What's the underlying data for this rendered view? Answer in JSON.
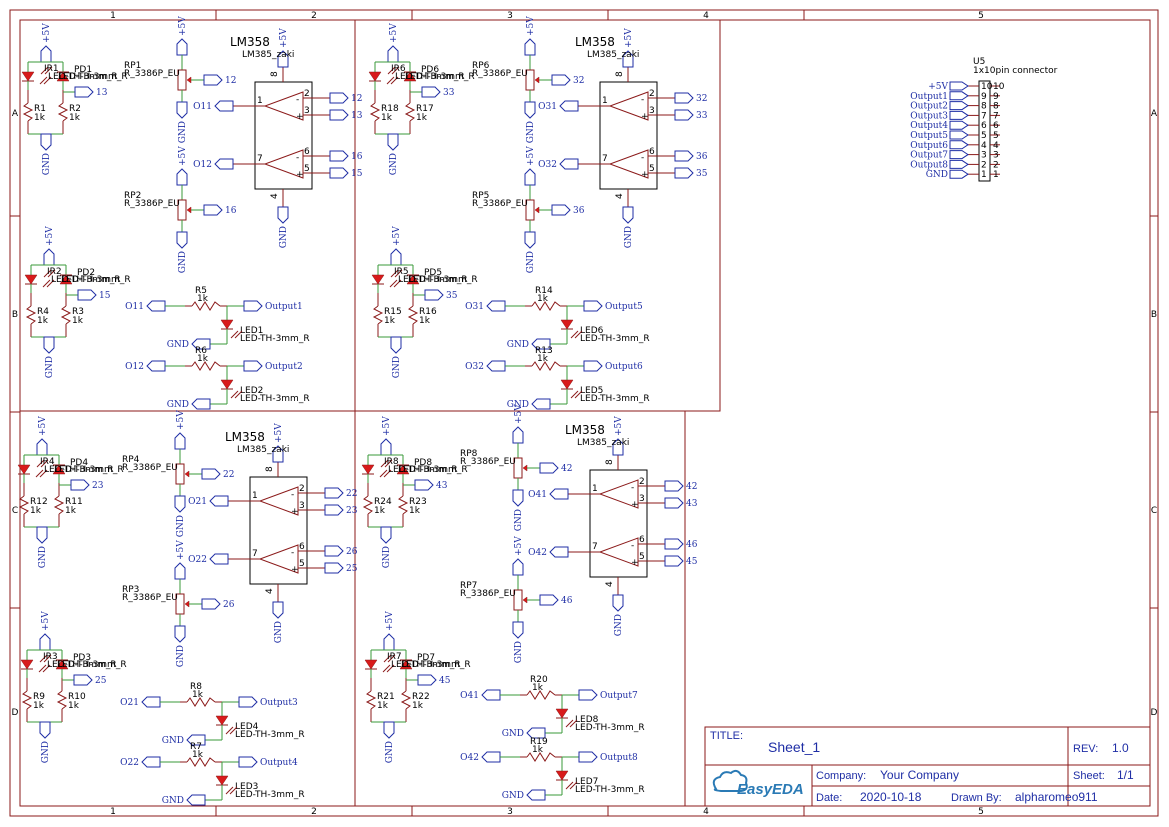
{
  "zones": {
    "cols": [
      "1",
      "2",
      "3",
      "4",
      "5"
    ],
    "rows": [
      "A",
      "B",
      "C",
      "D"
    ]
  },
  "quadrants": [
    {
      "ic_name": "LM358",
      "ic_sub": "LM385_zaki",
      "pwr": "+5V",
      "gnd": "GND",
      "pin8": "8",
      "pin4": "4",
      "pin1": "1",
      "pin2": "2",
      "pin3": "3",
      "pin5": "5",
      "pin6": "6",
      "pin7": "7",
      "out_a": "O11",
      "out_b": "O12",
      "net_2": "12",
      "net_3": "13",
      "net_6": "16",
      "net_5": "15",
      "rp_top": {
        "ref": "RP1",
        "val": "R_3386P_EU",
        "net": "12"
      },
      "rp_bot": {
        "ref": "RP2",
        "val": "R_3386P_EU",
        "net": "16"
      },
      "sensor_top": {
        "ir": "IR1",
        "pd": "PD1",
        "val": "LED-TH-3mm_R",
        "r_a": "R1",
        "r_b": "R2",
        "rv": "1k",
        "net": "13"
      },
      "sensor_bot": {
        "ir": "IR2",
        "pd": "PD2",
        "val": "LED-TH-3mm_R",
        "r_a": "R4",
        "r_b": "R3",
        "rv": "1k",
        "net": "15"
      },
      "out_top": {
        "in": "O11",
        "r": "R5",
        "rv": "1k",
        "led": "LED1",
        "lv": "LED-TH-3mm_R",
        "out": "Output1"
      },
      "out_bot": {
        "in": "O12",
        "r": "R6",
        "rv": "1k",
        "led": "LED2",
        "lv": "LED-TH-3mm_R",
        "out": "Output2"
      }
    },
    {
      "ic_name": "LM358",
      "ic_sub": "LM385_zaki",
      "pwr": "+5V",
      "gnd": "GND",
      "pin8": "8",
      "pin4": "4",
      "pin1": "1",
      "pin2": "2",
      "pin3": "3",
      "pin5": "5",
      "pin6": "6",
      "pin7": "7",
      "out_a": "O31",
      "out_b": "O32",
      "net_2": "32",
      "net_3": "33",
      "net_6": "36",
      "net_5": "35",
      "rp_top": {
        "ref": "RP6",
        "val": "R_3386P_EU",
        "net": "32"
      },
      "rp_bot": {
        "ref": "RP5",
        "val": "R_3386P_EU",
        "net": "36"
      },
      "sensor_top": {
        "ir": "IR6",
        "pd": "PD6",
        "val": "LED-TH-3mm_R",
        "r_a": "R18",
        "r_b": "R17",
        "rv": "1k",
        "net": "33"
      },
      "sensor_bot": {
        "ir": "IR5",
        "pd": "PD5",
        "val": "LED-TH-3mm_R",
        "r_a": "R15",
        "r_b": "R16",
        "rv": "1k",
        "net": "35"
      },
      "out_top": {
        "in": "O31",
        "r": "R14",
        "rv": "1k",
        "led": "LED6",
        "lv": "LED-TH-3mm_R",
        "out": "Output5"
      },
      "out_bot": {
        "in": "O32",
        "r": "R13",
        "rv": "1k",
        "led": "LED5",
        "lv": "LED-TH-3mm_R",
        "out": "Output6"
      }
    },
    {
      "ic_name": "LM358",
      "ic_sub": "LM385_zaki",
      "pwr": "+5V",
      "gnd": "GND",
      "pin8": "8",
      "pin4": "4",
      "pin1": "1",
      "pin2": "2",
      "pin3": "3",
      "pin5": "5",
      "pin6": "6",
      "pin7": "7",
      "out_a": "O21",
      "out_b": "O22",
      "net_2": "22",
      "net_3": "23",
      "net_6": "26",
      "net_5": "25",
      "rp_top": {
        "ref": "RP4",
        "val": "R_3386P_EU",
        "net": "22"
      },
      "rp_bot": {
        "ref": "RP3",
        "val": "R_3386P_EU",
        "net": "26"
      },
      "sensor_top": {
        "ir": "IR4",
        "pd": "PD4",
        "val": "LED-TH-3mm_R",
        "r_a": "R12",
        "r_b": "R11",
        "rv": "1k",
        "net": "23"
      },
      "sensor_bot": {
        "ir": "IR3",
        "pd": "PD3",
        "val": "LED-TH-3mm_R",
        "r_a": "R9",
        "r_b": "R10",
        "rv": "1k",
        "net": "25"
      },
      "out_top": {
        "in": "O21",
        "r": "R8",
        "rv": "1k",
        "led": "LED4",
        "lv": "LED-TH-3mm_R",
        "out": "Output3"
      },
      "out_bot": {
        "in": "O22",
        "r": "R7",
        "rv": "1k",
        "led": "LED3",
        "lv": "LED-TH-3mm_R",
        "out": "Output4"
      }
    },
    {
      "ic_name": "LM358",
      "ic_sub": "LM385_zaki",
      "pwr": "+5V",
      "gnd": "GND",
      "pin8": "8",
      "pin4": "4",
      "pin1": "1",
      "pin2": "2",
      "pin3": "3",
      "pin5": "5",
      "pin6": "6",
      "pin7": "7",
      "out_a": "O41",
      "out_b": "O42",
      "net_2": "42",
      "net_3": "43",
      "net_6": "46",
      "net_5": "45",
      "rp_top": {
        "ref": "RP8",
        "val": "R_3386P_EU",
        "net": "42"
      },
      "rp_bot": {
        "ref": "RP7",
        "val": "R_3386P_EU",
        "net": "46"
      },
      "sensor_top": {
        "ir": "IR8",
        "pd": "PD8",
        "val": "LED-TH-3mm_R",
        "r_a": "R24",
        "r_b": "R23",
        "rv": "1k",
        "net": "43"
      },
      "sensor_bot": {
        "ir": "IR7",
        "pd": "PD7",
        "val": "LED-TH-3mm_R",
        "r_a": "R21",
        "r_b": "R22",
        "rv": "1k",
        "net": "45"
      },
      "out_top": {
        "in": "O41",
        "r": "R20",
        "rv": "1k",
        "led": "LED8",
        "lv": "LED-TH-3mm_R",
        "out": "Output7"
      },
      "out_bot": {
        "in": "O42",
        "r": "R19",
        "rv": "1k",
        "led": "LED7",
        "lv": "LED-TH-3mm_R",
        "out": "Output8"
      }
    }
  ],
  "connector": {
    "ref": "U5",
    "name": "1x10pin connector",
    "labels": [
      "+5V",
      "Output1",
      "Output2",
      "Output3",
      "Output4",
      "Output5",
      "Output6",
      "Output7",
      "Output8",
      "GND"
    ],
    "pins_left": [
      "10",
      "9",
      "8",
      "7",
      "6",
      "5",
      "4",
      "3",
      "2",
      "1"
    ],
    "pins_right": [
      "10",
      "9",
      "8",
      "7",
      "6",
      "5",
      "4",
      "3",
      "2",
      "1"
    ]
  },
  "title_block": {
    "title_label": "TITLE:",
    "title": "Sheet_1",
    "rev_label": "REV:",
    "rev": "1.0",
    "company_label": "Company:",
    "company": "Your Company",
    "sheet_label": "Sheet:",
    "sheet": "1/1",
    "date_label": "Date:",
    "date": "2020-10-18",
    "drawn_label": "Drawn By:",
    "drawn": "alpharomeo911",
    "logo": "EasyEDA"
  },
  "colors": {
    "frame": "#8b1a1a",
    "wire": "#3a9a3a",
    "net": "#1f2ea5",
    "diode": "#d81b1b"
  }
}
